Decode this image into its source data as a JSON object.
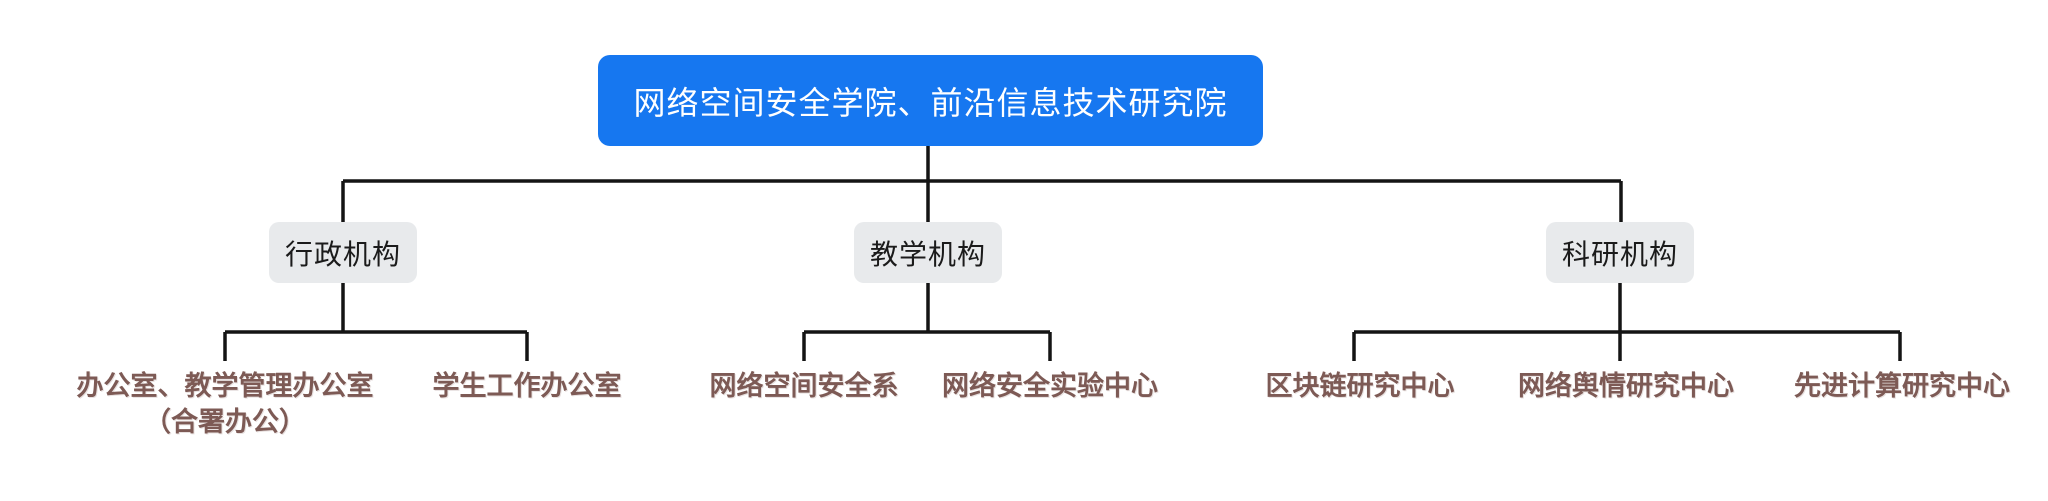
{
  "colors": {
    "root_bg": "#1677f0",
    "root_text": "#ffffff",
    "branch_bg": "#e8eaec",
    "branch_text": "#1b1b1b",
    "leaf_text": "#7d5a55",
    "line": "#141414",
    "page_bg": "#ffffff"
  },
  "org_chart": {
    "root": {
      "label": "网络空间安全学院、前沿信息技术研究院"
    },
    "branches": [
      {
        "label": "行政机构",
        "children": [
          {
            "label": "办公室、教学管理办公室",
            "label_line2": "（合署办公）"
          },
          {
            "label": "学生工作办公室"
          }
        ]
      },
      {
        "label": "教学机构",
        "children": [
          {
            "label": "网络空间安全系"
          },
          {
            "label": "网络安全实验中心"
          }
        ]
      },
      {
        "label": "科研机构",
        "children": [
          {
            "label": "区块链研究中心"
          },
          {
            "label": "网络舆情研究中心"
          },
          {
            "label": "先进计算研究中心"
          }
        ]
      }
    ]
  }
}
